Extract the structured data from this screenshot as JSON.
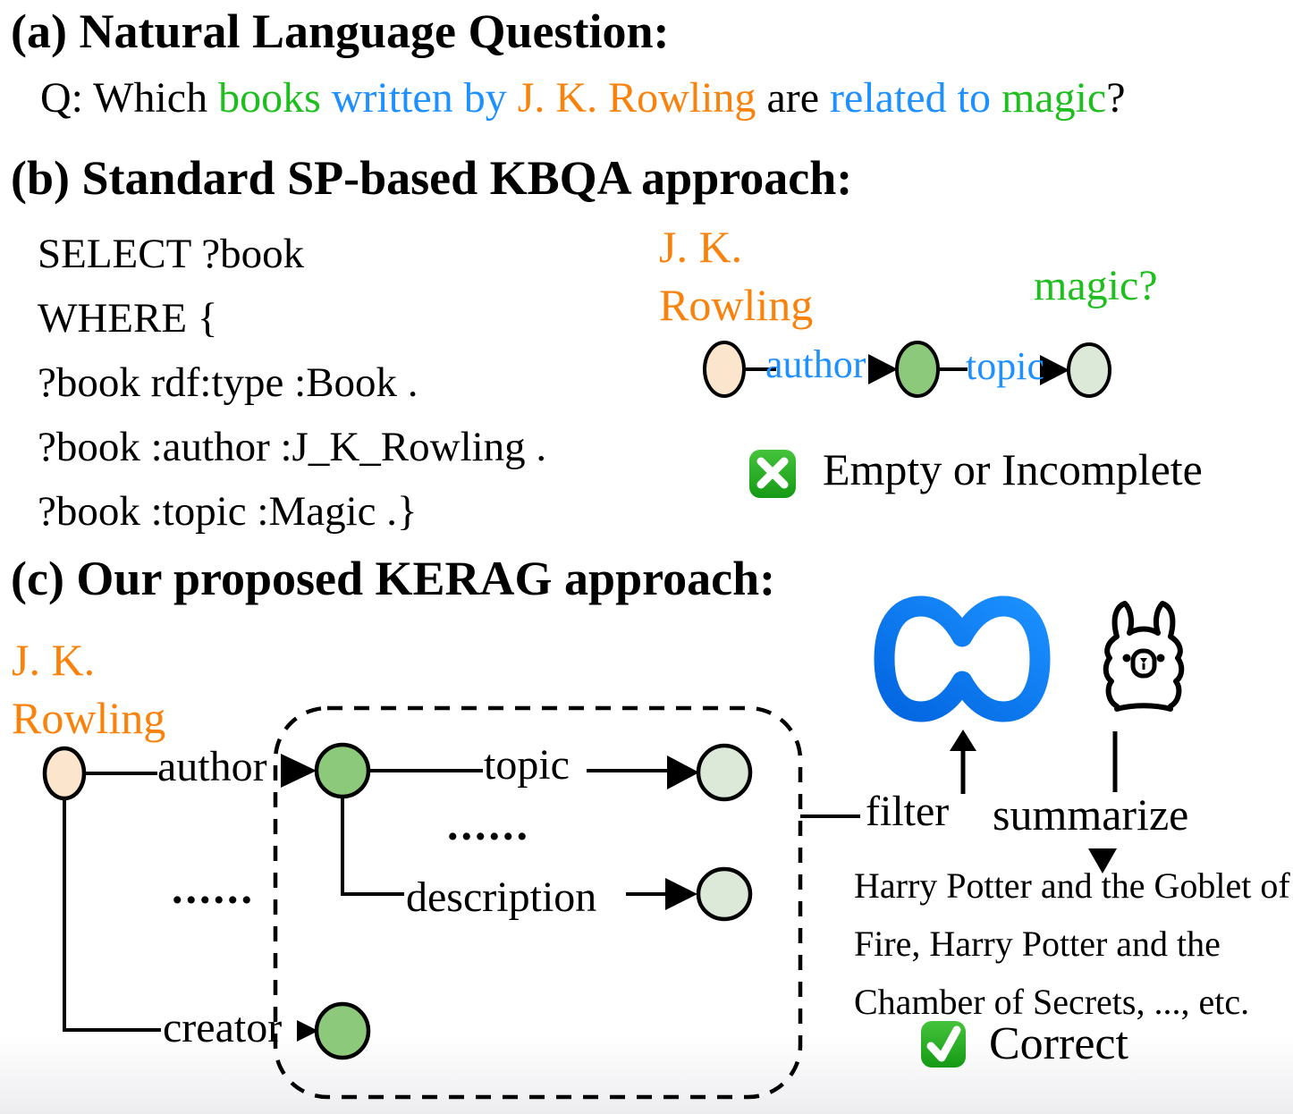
{
  "colors": {
    "accent_orange": "#F8820B",
    "accent_blue": "#1E90FF",
    "accent_green": "#1FBE1F",
    "node_entity": "#FBE5CD",
    "node_intermediate": "#8DC97B",
    "node_answer": "#DCE9D8",
    "meta_blue_dark": "#0265E0",
    "meta_blue_light": "#1B90FF",
    "badge_green_top": "#45C33C",
    "badge_green_bottom": "#159A15"
  },
  "section_a": {
    "heading": "(a) Natural Language Question:",
    "question": {
      "prefix": "Q: Which ",
      "books": "books",
      "written_by": " written by ",
      "author": "J. K. Rowling",
      "are": " are ",
      "related_to": "related to",
      "magic": " magic",
      "qmark": "?"
    }
  },
  "section_b": {
    "heading": "(b) Standard SP-based KBQA approach:",
    "sparql": [
      "SELECT ?book",
      "WHERE {",
      "?book rdf:type :Book .",
      "?book :author :J_K_Rowling .",
      "?book :topic :Magic .}"
    ],
    "entity": {
      "line1": "J. K.",
      "line2": "Rowling"
    },
    "magic_label": "magic?",
    "edge_author": "author",
    "edge_topic": "topic",
    "status": "Empty or Incomplete"
  },
  "section_c": {
    "heading": "(c) Our proposed KERAG approach:",
    "entity": {
      "line1": "J. K.",
      "line2": "Rowling"
    },
    "edge_author": "author",
    "edge_topic": "topic",
    "edge_description": "description",
    "edge_creator": "creator",
    "ellipsis_box": "......",
    "ellipsis_left": "......",
    "filter_label": "filter",
    "summarize_label": "summarize",
    "answer_lines": [
      "Harry Potter and the Goblet of",
      "Fire, Harry Potter and the",
      "Chamber of Secrets, ..., etc."
    ],
    "status": "Correct"
  },
  "icons": {
    "meta": "meta-logo",
    "llama": "llama-icon",
    "cross": "cross-mark-icon",
    "check": "check-mark-icon"
  }
}
